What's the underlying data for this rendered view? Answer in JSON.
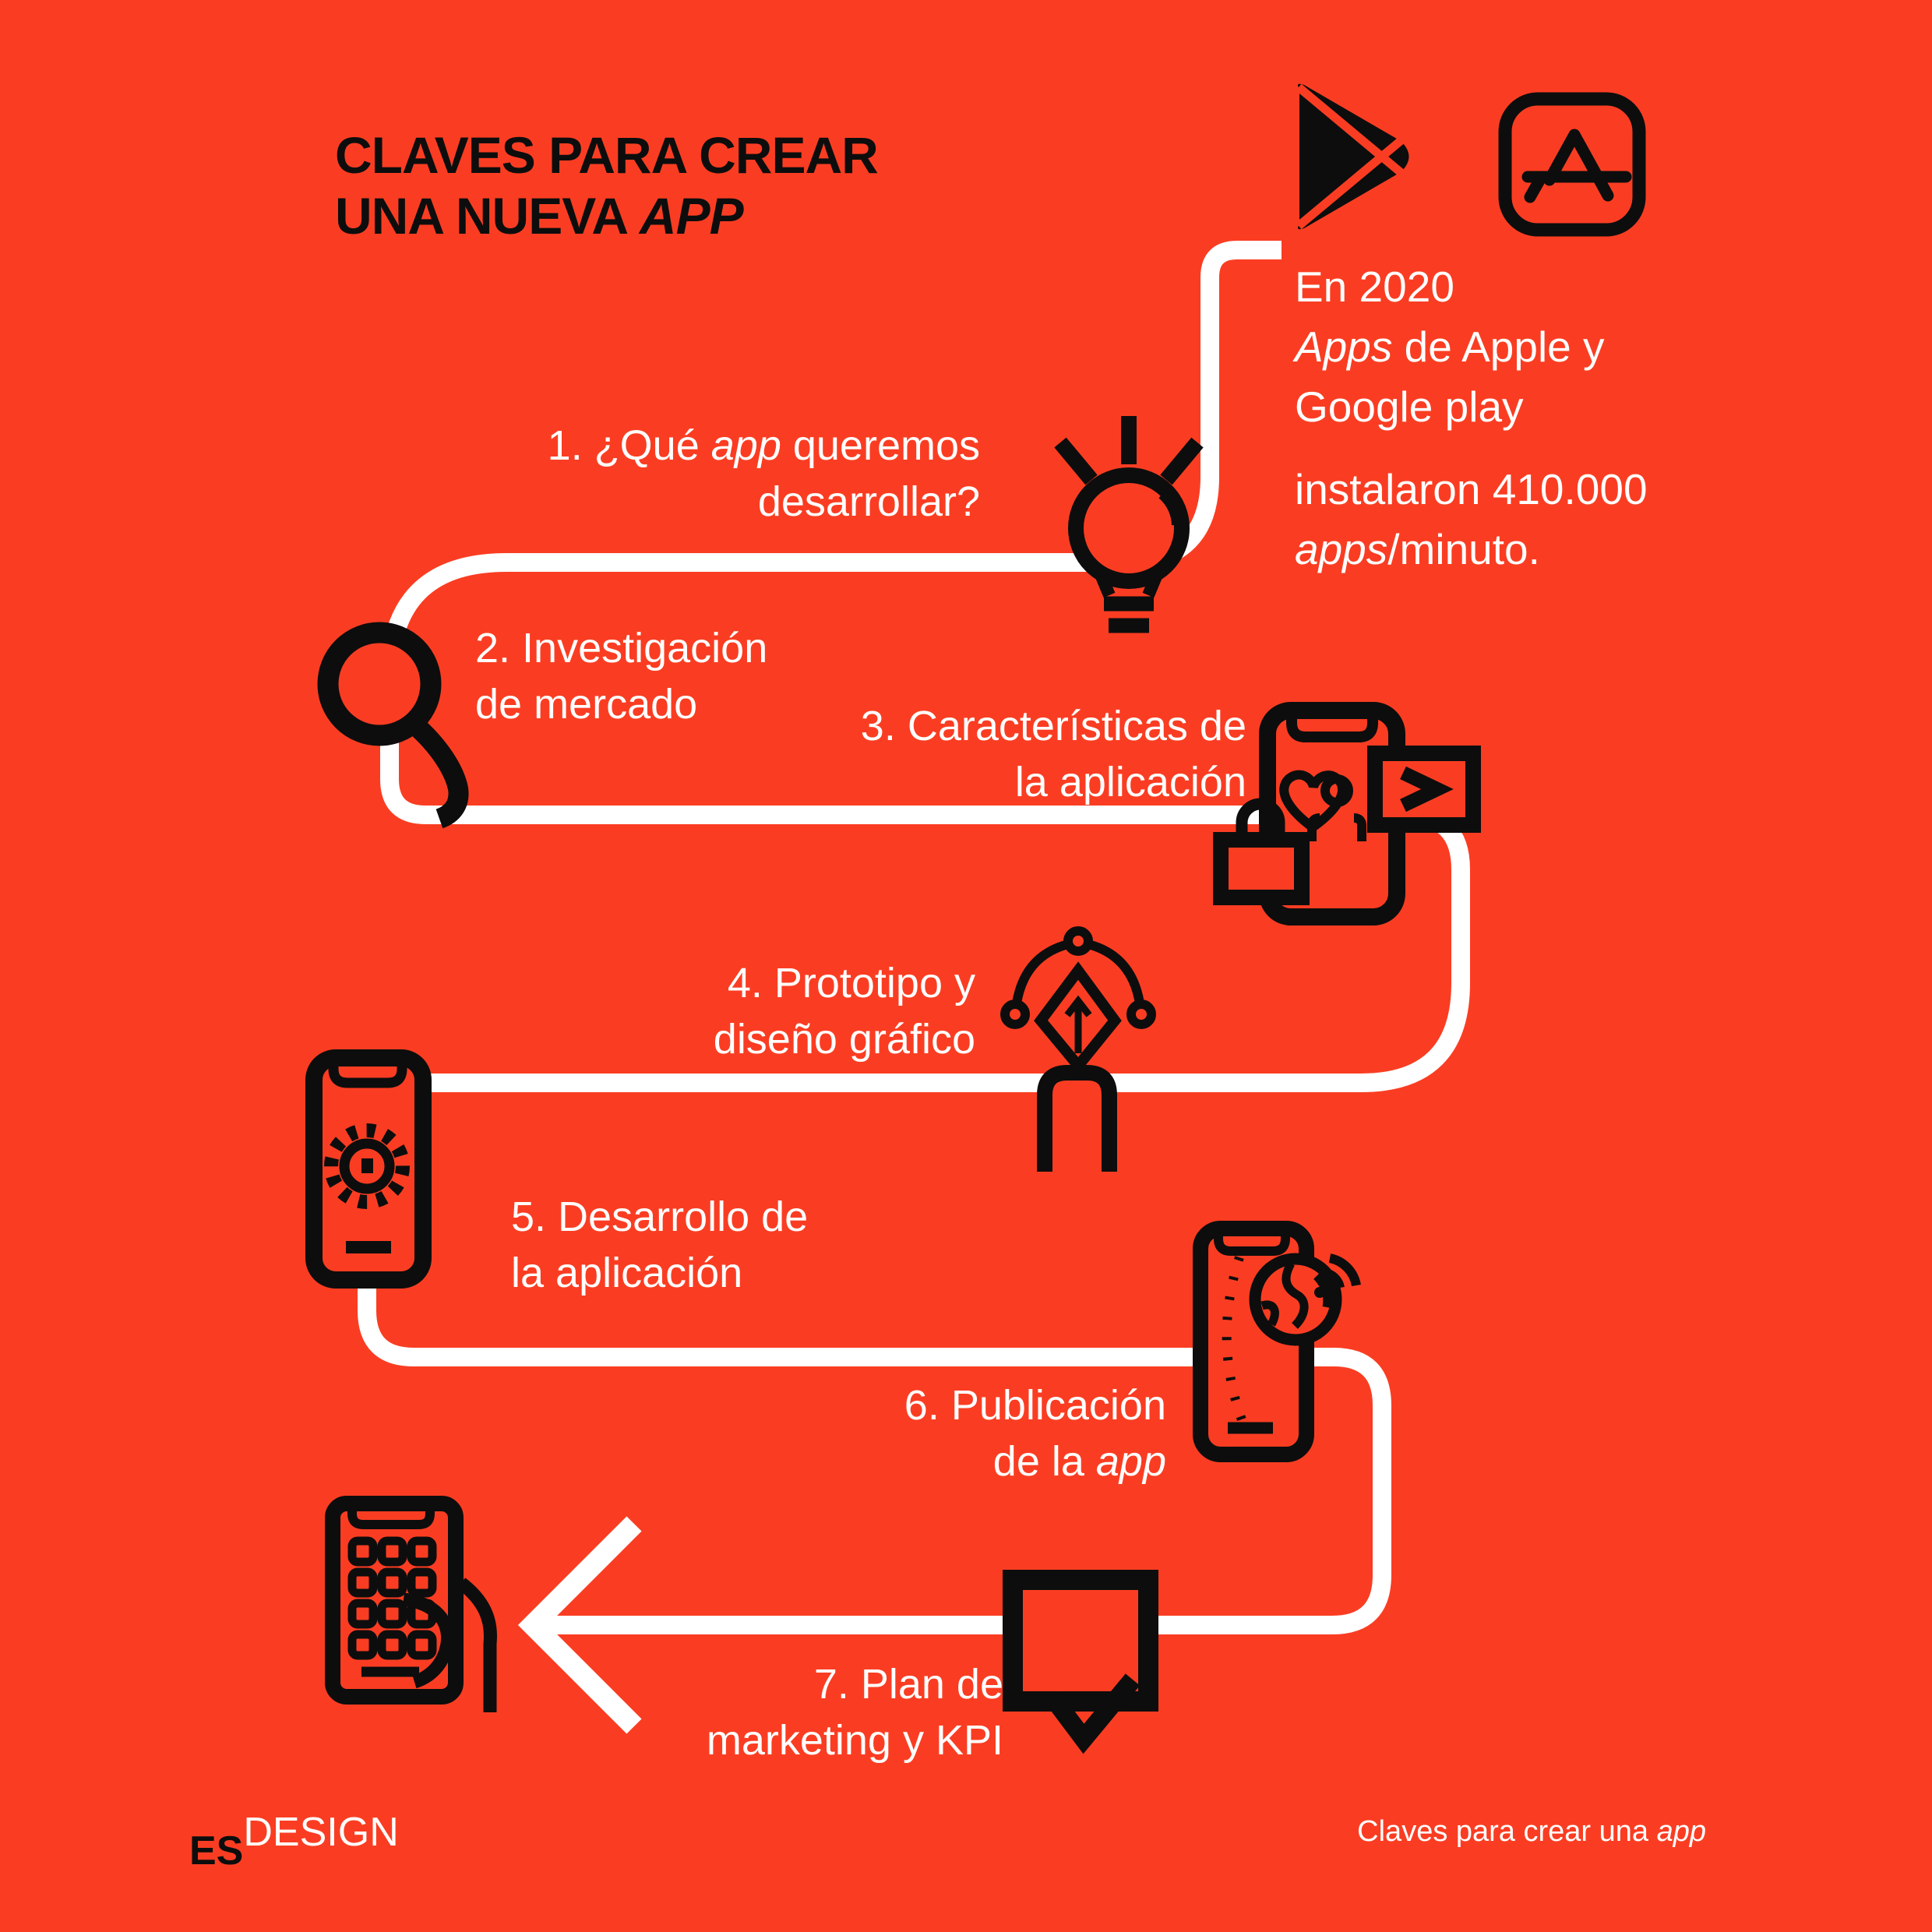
{
  "colors": {
    "background": "#FA3D22",
    "ink": "#0D0D0D",
    "light": "#FFFFFF"
  },
  "title": {
    "line1": "CLAVES PARA CREAR",
    "line2_regular": "UNA NUEVA ",
    "line2_italic": "APP"
  },
  "stat": {
    "l1": "En 2020",
    "l2_italic": "Apps",
    "l2_rest": " de Apple y",
    "l3": "Google play",
    "l4": "instalaron 410.000",
    "l5_italic": "apps",
    "l5_rest": "/minuto."
  },
  "steps": {
    "s1": {
      "l1a": "1. ¿Qué ",
      "l1b": "app",
      "l1c": " queremos",
      "l2": "desarrollar?"
    },
    "s2": {
      "l1": "2. Investigación",
      "l2": "de mercado"
    },
    "s3": {
      "l1": "3. Características de",
      "l2": "la aplicación"
    },
    "s4": {
      "l1": "4. Prototipo y",
      "l2": "diseño gráfico"
    },
    "s5": {
      "l1": "5. Desarrollo de",
      "l2": "la aplicación"
    },
    "s6": {
      "l1": "6. Publicación",
      "l2a": "de la ",
      "l2b": "app"
    },
    "s7": {
      "l1": "7. Plan de",
      "l2": "marketing y KPI"
    }
  },
  "icons": [
    "google-play-icon",
    "app-store-icon",
    "lightbulb-icon",
    "search-magnifier-icon",
    "app-features-phone-icon",
    "pen-tool-icon",
    "development-phone-gear-icon",
    "publish-phone-globe-icon",
    "chat-check-bubble-icon",
    "hand-keypad-icon"
  ],
  "footer": {
    "brand_es": "ES",
    "brand_design": "DESIGN",
    "caption_a": "Claves para crear una ",
    "caption_b": "app"
  }
}
